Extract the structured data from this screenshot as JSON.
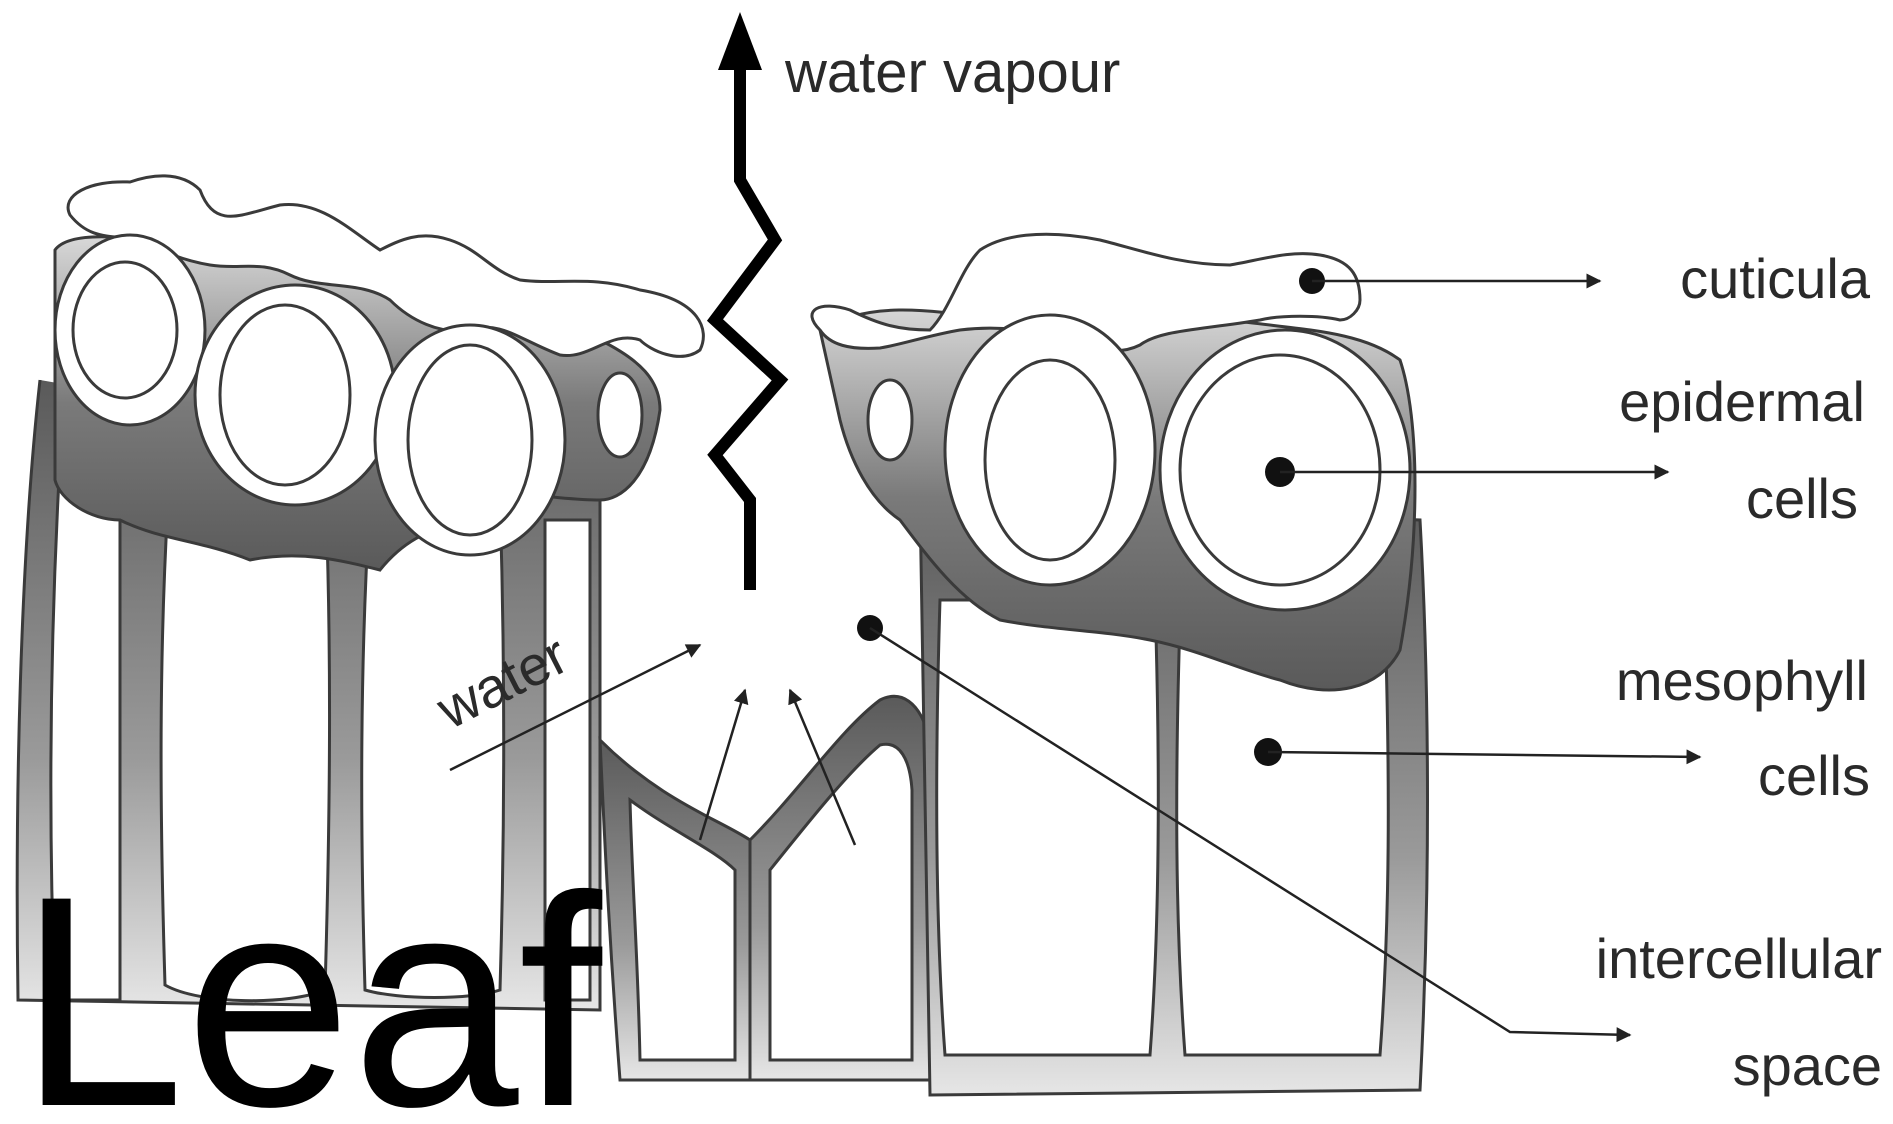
{
  "labels": {
    "water_vapour": "water vapour",
    "water": "water",
    "cuticula": "cuticula",
    "epidermal_line1": "epidermal",
    "epidermal_line2": "cells",
    "mesophyll_line1": "mesophyll",
    "mesophyll_line2": "cells",
    "intercellular_line1": "intercellular",
    "intercellular_line2": "space",
    "big_title": "Leaf"
  },
  "colors": {
    "outline": "#3a3a3a",
    "cell_wall_shade": "#8a8a8a",
    "background": "#ffffff",
    "arrow": "#000000"
  }
}
